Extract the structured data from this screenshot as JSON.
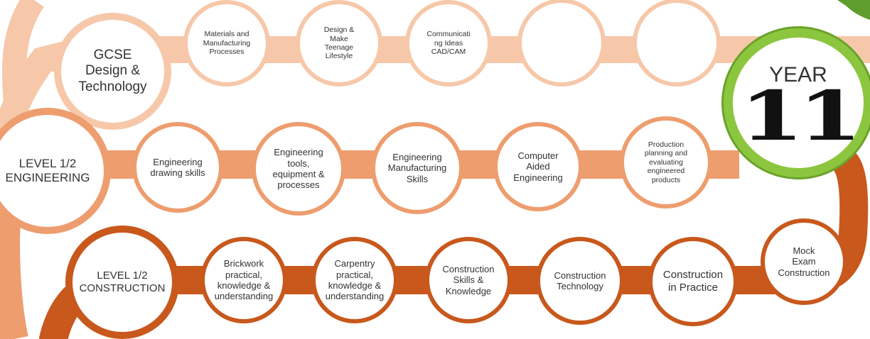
{
  "year": {
    "label": "YEAR",
    "number": "11"
  },
  "rows": {
    "gcse": {
      "title": "GCSE\nDesign &\nTechnology",
      "topics": [
        "Materials and\nManufacturing\nProcesses",
        "Design &\nMake\nTeenage\nLifestyle",
        "Communicati\nng Ideas\nCAD/CAM",
        "",
        ""
      ]
    },
    "engineering": {
      "title": "LEVEL 1/2\nENGINEERING",
      "topics": [
        "Engineering\ndrawing skills",
        "Engineering\ntools,\nequipment &\nprocesses",
        "Engineering\nManufacturing\nSkills",
        "Computer\nAided\nEngineering",
        "Production\nplanning and\nevaluating\nengineered\nproducts"
      ]
    },
    "construction": {
      "title": "LEVEL 1/2\nCONSTRUCTION",
      "topics": [
        "Brickwork\npractical,\nknowledge &\nunderstanding",
        "Carpentry\npractical,\nknowledge &\nunderstanding",
        "Construction\nSkills &\nKnowledge",
        "Construction\nTechnology",
        "Construction\nin Practice",
        "Mock\nExam\nConstruction"
      ]
    }
  },
  "colors": {
    "gcse": "#f6c8a9",
    "engineering": "#ee9d6e",
    "construction": "#c8581c",
    "year_ring": "#8cc63f"
  }
}
